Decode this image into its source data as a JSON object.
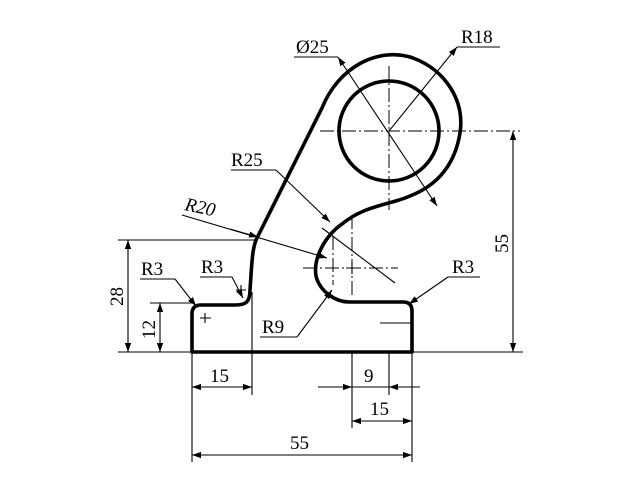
{
  "labels": {
    "dia25": "Ø25",
    "r18": "R18",
    "r25": "R25",
    "r20": "R20",
    "r3_left": "R3",
    "r3_mid": "R3",
    "r3_right": "R3",
    "r9": "R9",
    "dim28": "28",
    "dim12": "12",
    "dim55_vertical": "55",
    "dim15_left": "15",
    "dim9": "9",
    "dim15_right": "15",
    "dim55_bottom": "55"
  }
}
